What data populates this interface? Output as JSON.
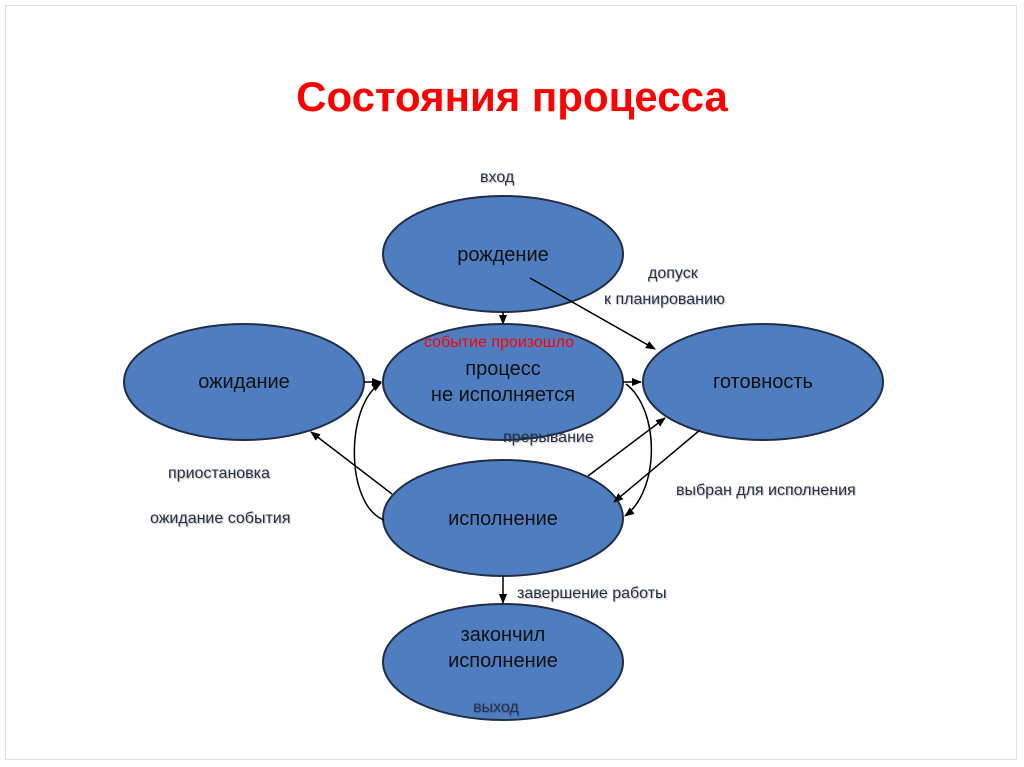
{
  "title": "Состояния процесса",
  "colors": {
    "title": "#ff0000",
    "node_fill": "#4f7ec0",
    "node_stroke": "#1f2d45",
    "arrow": "#000000",
    "label": "#27324a",
    "highlight_label": "#ff0000"
  },
  "nodes": {
    "birth": {
      "label": "рождение"
    },
    "waiting": {
      "label": "ожидание"
    },
    "not_running": {
      "line1": "процесс",
      "line2": "не исполняется"
    },
    "ready": {
      "label": "готовность"
    },
    "running": {
      "label": "исполнение"
    },
    "finished": {
      "line1": "закончил",
      "line2": "исполнение"
    }
  },
  "labels": {
    "entry": "вход",
    "admit_line1": "допуск",
    "admit_line2": "к планированию",
    "event_occurred": "событие произошло",
    "interrupt": "прерывание",
    "suspend": "приостановка",
    "wait_event": "ожидание события",
    "dispatch": "выбран для исполнения",
    "exit_transition": "завершение работы",
    "exit": "выход"
  }
}
